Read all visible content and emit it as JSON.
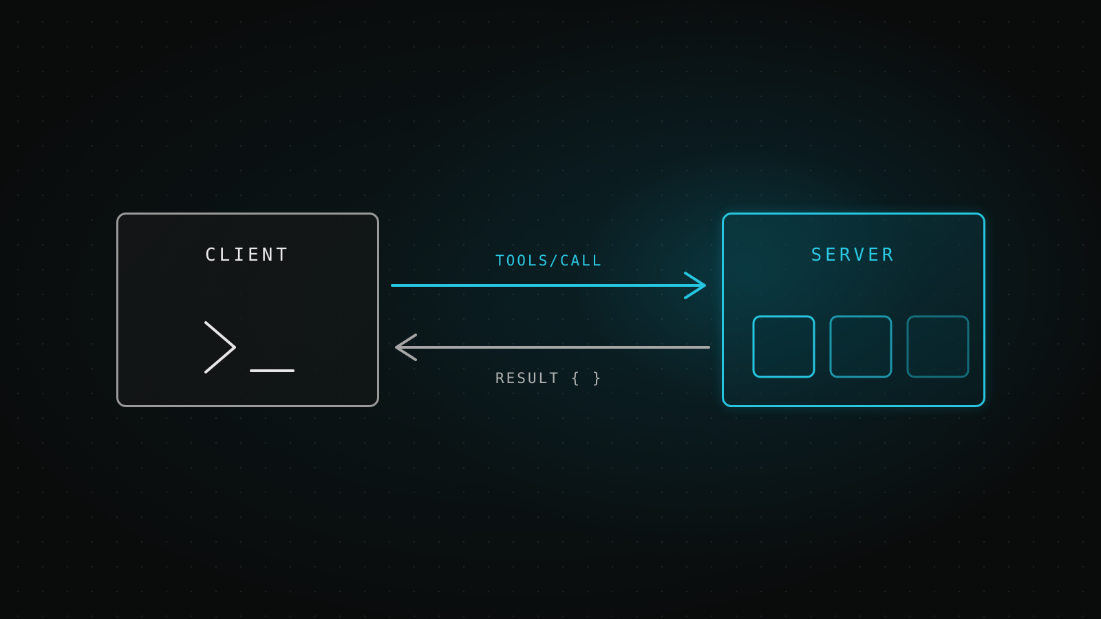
{
  "client": {
    "title": "CLIENT",
    "icon": "terminal-prompt-icon",
    "border_color": "#9a9a9a"
  },
  "server": {
    "title": "SERVER",
    "border_color": "#26c6e0",
    "slots": [
      {
        "icon": "tool-slot-icon",
        "opacity": 1.0
      },
      {
        "icon": "tool-slot-icon",
        "opacity": 0.7
      },
      {
        "icon": "tool-slot-icon",
        "opacity": 0.45
      }
    ]
  },
  "request": {
    "label": "TOOLS/CALL",
    "icon": "arrow-right-icon",
    "color": "#26c6e0"
  },
  "response": {
    "label": "RESULT { }",
    "icon": "arrow-left-icon",
    "color": "#a6a6a6"
  }
}
